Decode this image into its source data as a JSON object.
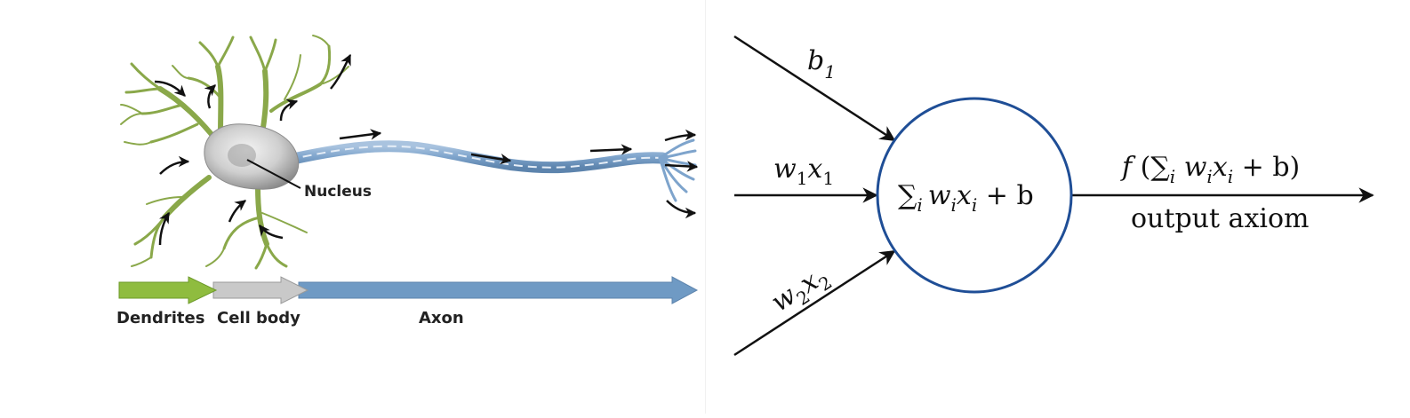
{
  "neuron_figure": {
    "nucleus_label": "Nucleus",
    "regions": [
      {
        "label": "Dendrites",
        "color": "#8fbc3f"
      },
      {
        "label": "Cell body",
        "color": "#c9c9c9"
      },
      {
        "label": "Axon",
        "color": "#6f9ac4"
      }
    ]
  },
  "perceptron_figure": {
    "inputs": {
      "bias": {
        "symbol": "b",
        "subscript": "1"
      },
      "input_1": {
        "weight": "w",
        "weight_sub": "1",
        "var": "x",
        "var_sub": "1"
      },
      "input_2": {
        "weight": "w",
        "weight_sub": "2",
        "var": "x",
        "var_sub": "2"
      }
    },
    "node_formula": {
      "sum": "∑",
      "sum_sub": "i",
      "weight": "w",
      "weight_sub": "i",
      "var": "x",
      "var_sub": "i",
      "tail": " + b"
    },
    "output_formula": {
      "func": "f",
      "open": " (",
      "sum": "∑",
      "sum_sub": "i",
      "weight": " w",
      "weight_sub": "i",
      "var": "x",
      "var_sub": "i",
      "tail": " + b)"
    },
    "output_label": "output axiom",
    "colors": {
      "node_stroke": "#1f4e96",
      "lines": "#111111"
    }
  }
}
